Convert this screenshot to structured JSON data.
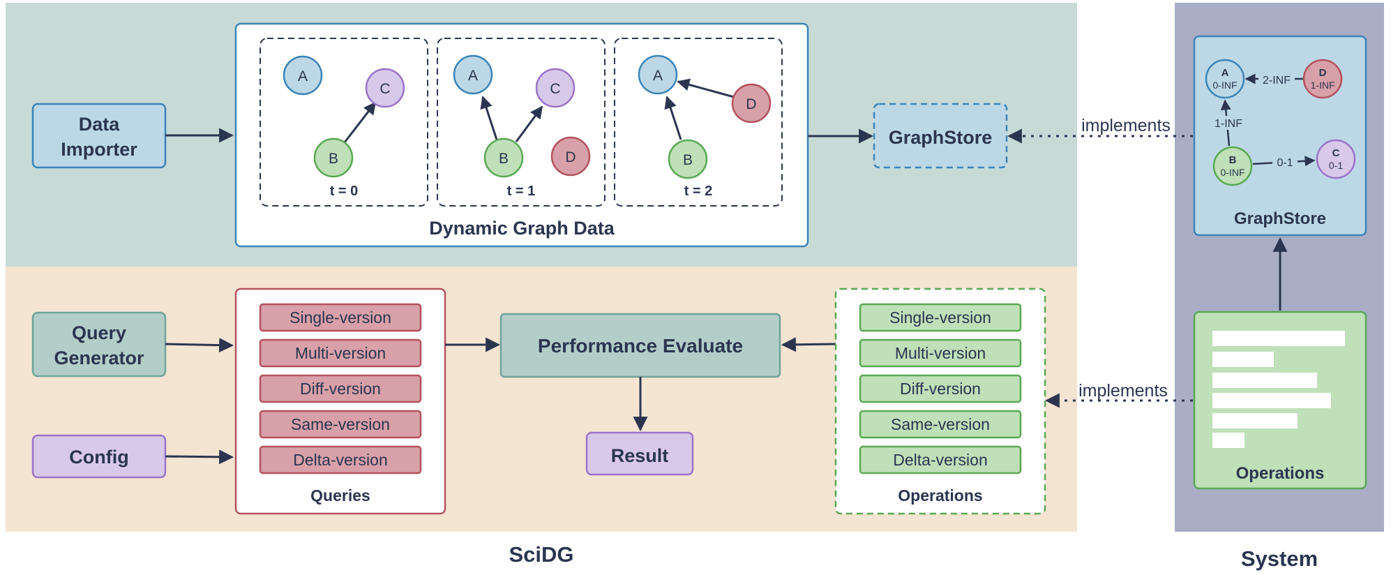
{
  "regions": {
    "scidg_label": "SciDG",
    "system_label": "System"
  },
  "data_importer": {
    "line1": "Data",
    "line2": "Importer"
  },
  "dynamic_graph": {
    "title": "Dynamic Graph Data",
    "snapshots": [
      {
        "label": "t = 0"
      },
      {
        "label": "t = 1"
      },
      {
        "label": "t = 2"
      }
    ],
    "node_labels": {
      "a": "A",
      "b": "B",
      "c": "C",
      "d": "D"
    }
  },
  "graphstore_main": {
    "label": "GraphStore"
  },
  "implements_top": "implements",
  "implements_bottom": "implements",
  "system_graphstore": {
    "title": "GraphStore",
    "nodes": [
      {
        "id": "A",
        "interval": "0-INF"
      },
      {
        "id": "D",
        "interval": "1-INF"
      },
      {
        "id": "B",
        "interval": "0-INF"
      },
      {
        "id": "C",
        "interval": "0-1"
      }
    ],
    "edges": [
      {
        "label": "2-INF"
      },
      {
        "label": "1-INF"
      },
      {
        "label": "0-1"
      }
    ]
  },
  "system_operations": {
    "title": "Operations"
  },
  "query_generator": {
    "line1": "Query",
    "line2": "Generator"
  },
  "config": {
    "label": "Config"
  },
  "queries": {
    "title": "Queries",
    "items": [
      "Single-version",
      "Multi-version",
      "Diff-version",
      "Same-version",
      "Delta-version"
    ]
  },
  "performance": {
    "label": "Performance Evaluate"
  },
  "result": {
    "label": "Result"
  },
  "operations": {
    "title": "Operations",
    "items": [
      "Single-version",
      "Multi-version",
      "Diff-version",
      "Same-version",
      "Delta-version"
    ]
  },
  "colors": {
    "teal_bg": "#c7dad6",
    "peach_bg": "#f4e4d2",
    "system_bg": "#a9aec6",
    "blue_fill": "#bcd8e6",
    "blue_stroke": "#3b84b8",
    "green_fill": "#bfe0b8",
    "green_stroke": "#5aa853",
    "purple_fill": "#d8c9ea",
    "purple_stroke": "#9a73c7",
    "red_fill": "#d8a0a8",
    "red_stroke": "#b3525e",
    "teal_fill": "#b3cdc8",
    "teal_stroke": "#6fa49a",
    "dark": "#2b3550"
  }
}
